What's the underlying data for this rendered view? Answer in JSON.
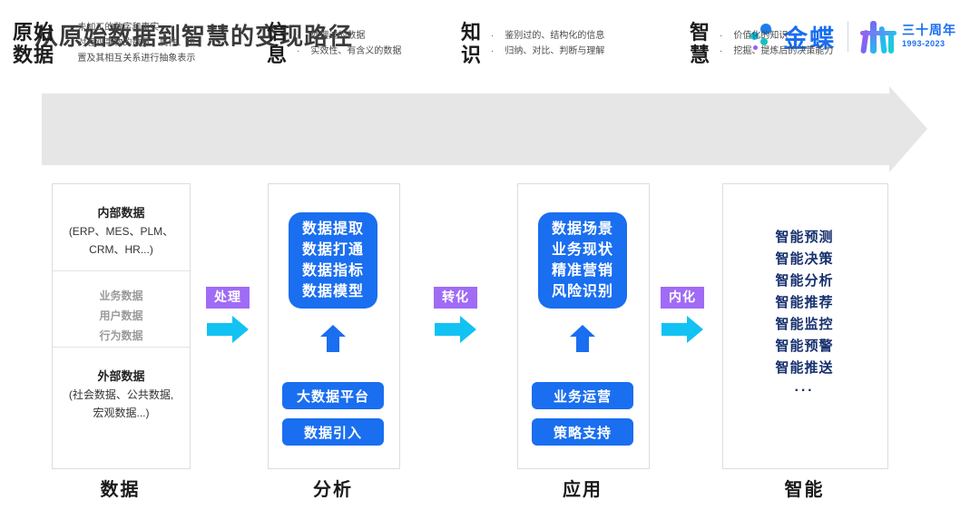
{
  "header": {
    "title": "从原始数据到智慧的变现路径",
    "brand": {
      "name": "金蝶",
      "anniversary_main": "三十周年",
      "anniversary_years": "1993-2023"
    }
  },
  "banner": {
    "stages": [
      {
        "title": "原始\n数据",
        "bullets": [
          "未加工的数字和事实",
          "对客观事物的数量、属性、位\n置及其相互关系进行抽象表示"
        ]
      },
      {
        "title": "信\n息",
        "bullets": [
          "处理过的数据",
          "实效性、有含义的数据"
        ]
      },
      {
        "title": "知\n识",
        "bullets": [
          "鉴别过的、结构化的信息",
          "归纳、对比、判断与理解"
        ]
      },
      {
        "title": "智\n慧",
        "bullets": [
          "价值化的知识",
          "挖掘、提炼后的决策能力"
        ]
      }
    ]
  },
  "columns": {
    "data": {
      "footer_label": "数据",
      "internal_title": "内部数据",
      "internal_sub": "(ERP、MES、PLM、\nCRM、HR...)",
      "middle_items": [
        "业务数据",
        "用户数据",
        "行为数据"
      ],
      "external_title": "外部数据",
      "external_sub": "(社会数据、公共数据,\n宏观数据...)"
    },
    "analysis": {
      "footer_label": "分析",
      "box_lines": [
        "数据提取",
        "数据打通",
        "数据指标",
        "数据模型"
      ],
      "pills": [
        "大数据平台",
        "数据引入"
      ]
    },
    "application": {
      "footer_label": "应用",
      "box_lines": [
        "数据场景",
        "业务现状",
        "精准营销",
        "风险识别"
      ],
      "pills": [
        "业务运营",
        "策略支持"
      ]
    },
    "intelligence": {
      "footer_label": "智能",
      "items": [
        "智能预测",
        "智能决策",
        "智能分析",
        "智能推荐",
        "智能监控",
        "智能预警",
        "智能推送"
      ],
      "ellipsis": "···"
    }
  },
  "connectors": [
    {
      "label": "处理"
    },
    {
      "label": "转化"
    },
    {
      "label": "内化"
    }
  ],
  "colors": {
    "brand_blue": "#1a6ef0",
    "accent_cyan": "#12c2f3",
    "accent_purple": "#a06bf5",
    "banner_gray": "#e6e6e6",
    "navy": "#16306e"
  }
}
